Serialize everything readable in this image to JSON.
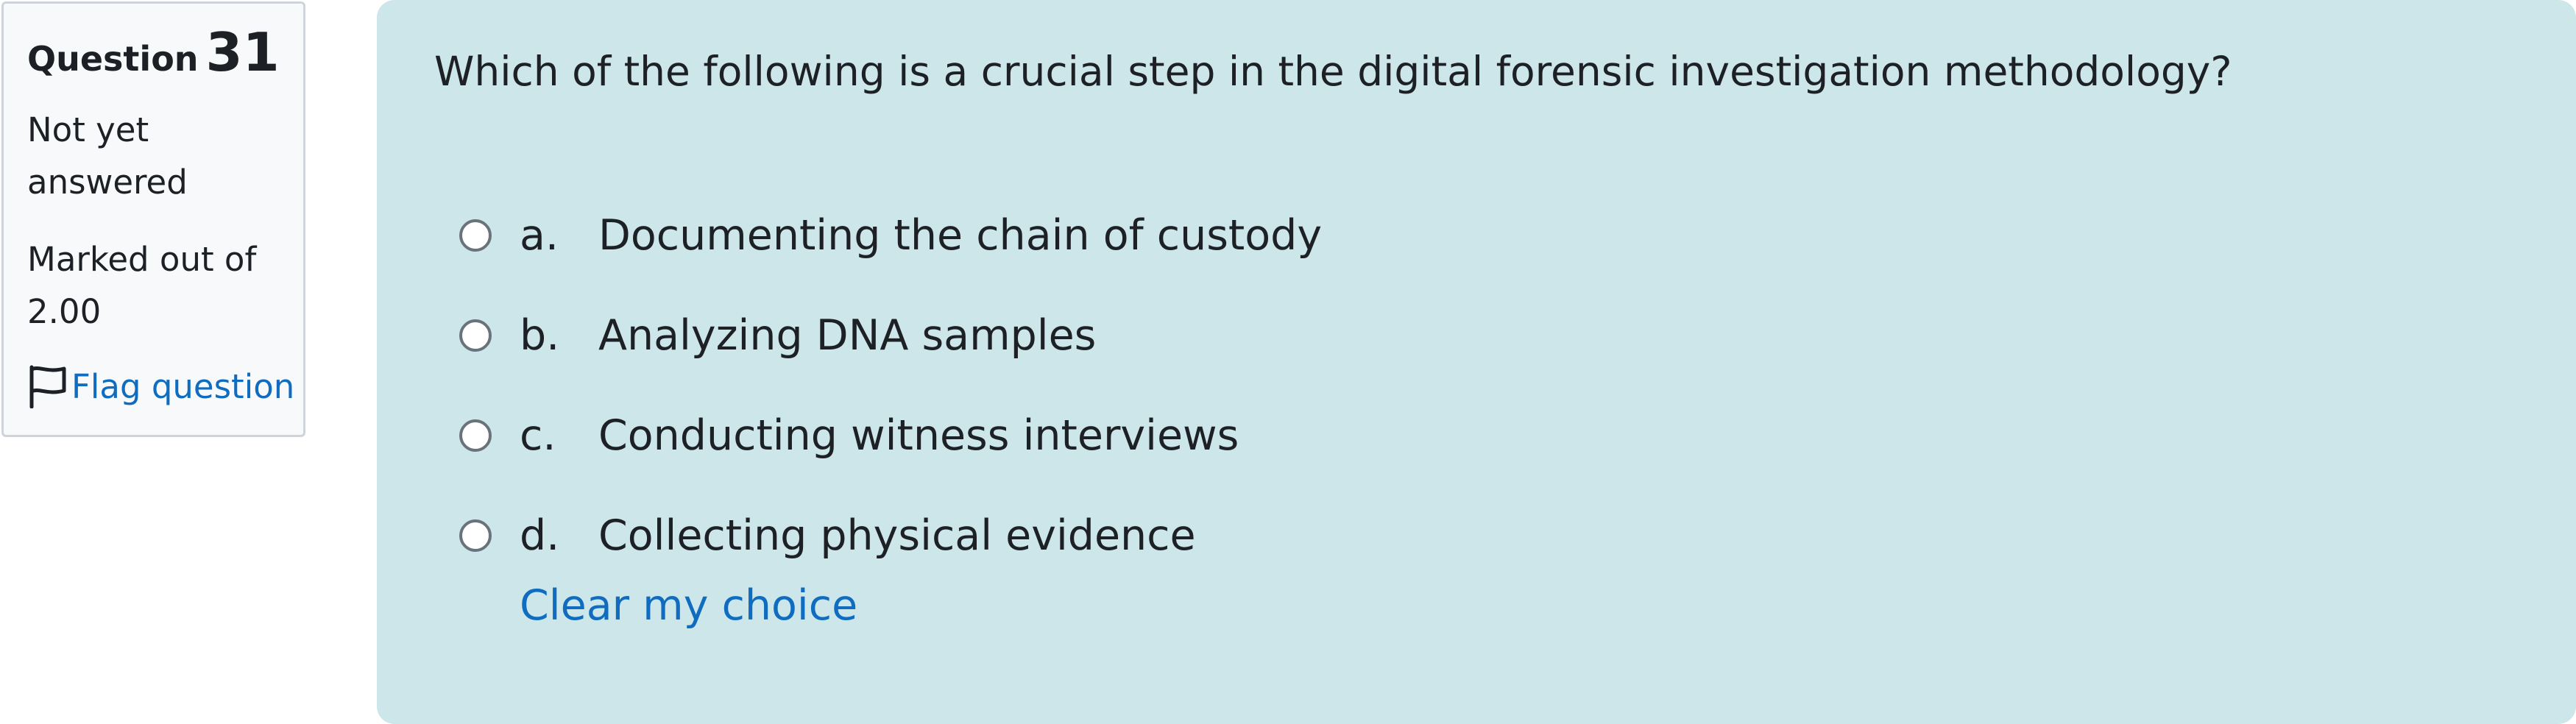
{
  "info": {
    "question_word": "Question",
    "question_number": "31",
    "state": "Not yet answered",
    "grade": "Marked out of 2.00",
    "flag_label": "Flag question",
    "flag_icon": "flag-outline-icon"
  },
  "question": {
    "text": "Which of the following is a crucial step in the digital forensic investigation methodology?",
    "answers": [
      {
        "letter": "a.",
        "text": "Documenting the chain of custody",
        "selected": false
      },
      {
        "letter": "b.",
        "text": "Analyzing DNA samples",
        "selected": false
      },
      {
        "letter": "c.",
        "text": "Conducting witness interviews",
        "selected": false
      },
      {
        "letter": "d.",
        "text": "Collecting physical evidence",
        "selected": false
      }
    ],
    "clear_label": "Clear my choice"
  },
  "colors": {
    "panel_background": "#cce6ea",
    "card_background": "#f8f9fa",
    "link": "#0f6cbf",
    "text": "#1d2125"
  }
}
